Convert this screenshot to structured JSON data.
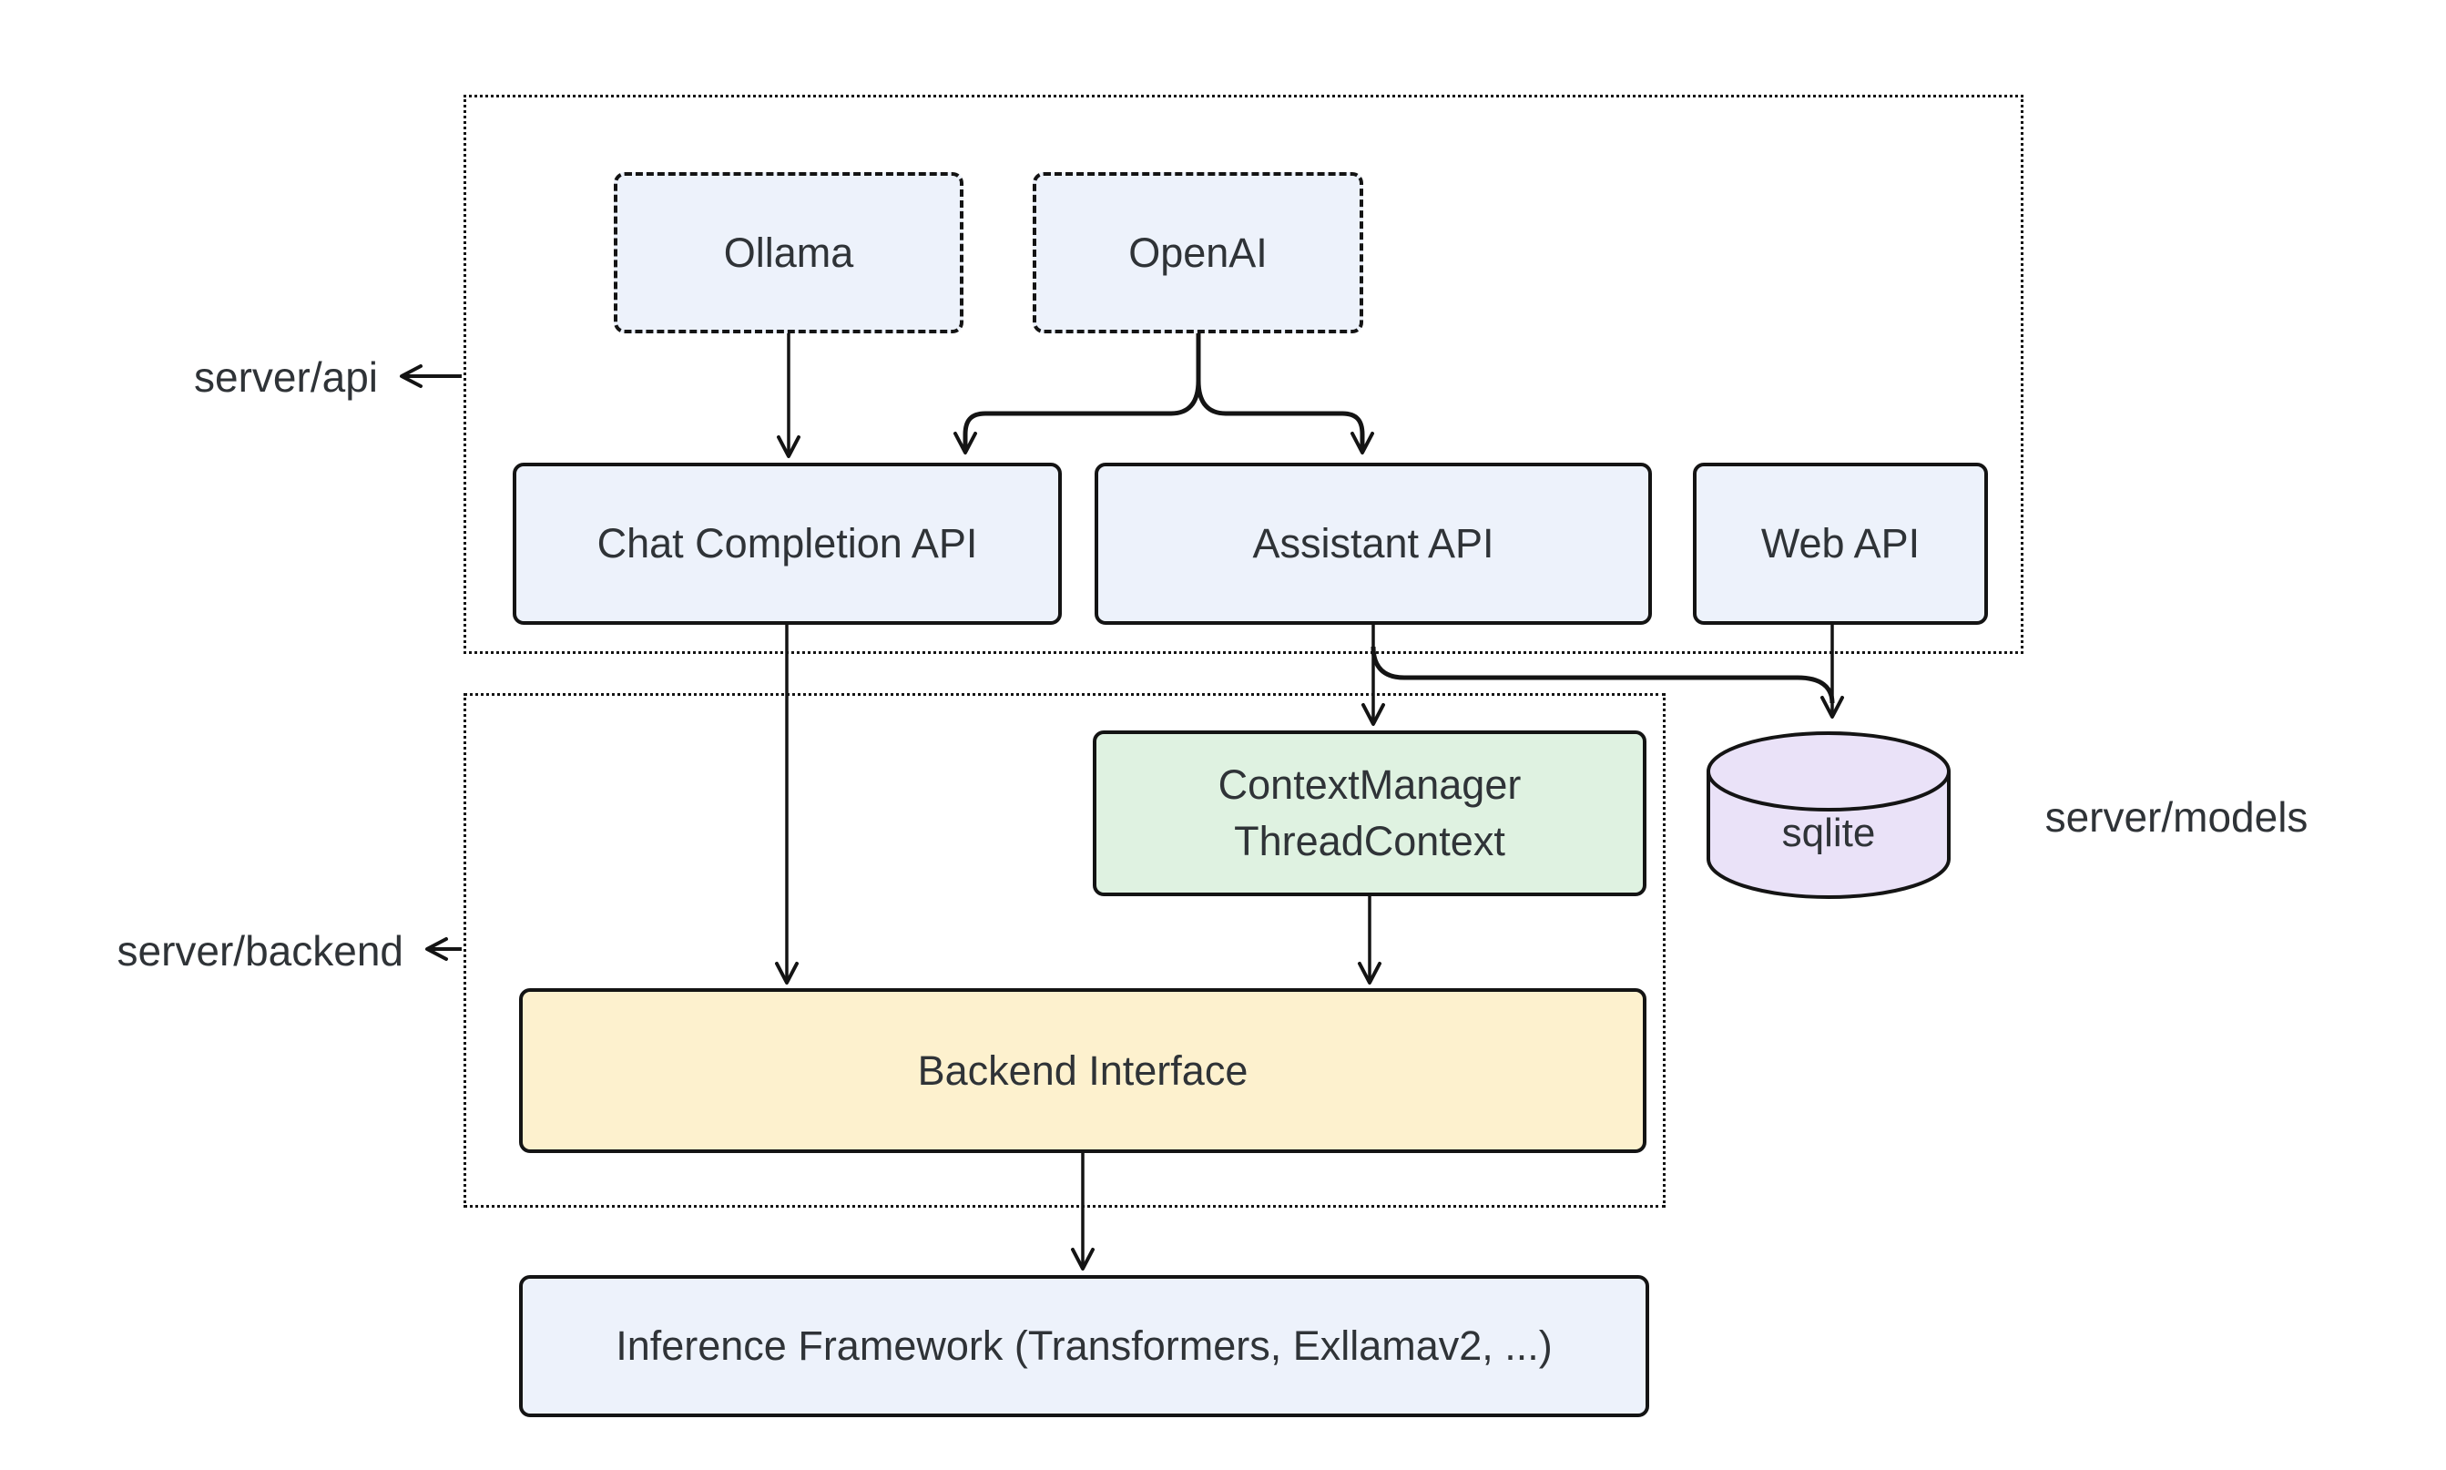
{
  "colors": {
    "background": "#ffffff",
    "stroke": "#141414",
    "text": "#2f3337",
    "node_blue": "#edf2fb",
    "node_green": "#dff2e1",
    "node_yellow": "#fdf1ce",
    "node_purple": "#eae2f8"
  },
  "containers": {
    "server_api": {
      "label": "server/api"
    },
    "server_backend": {
      "label": "server/backend"
    }
  },
  "nodes": {
    "ollama": {
      "label": "Ollama"
    },
    "openai": {
      "label": "OpenAI"
    },
    "chat_completion_api": {
      "label": "Chat Completion API"
    },
    "assistant_api": {
      "label": "Assistant API"
    },
    "web_api": {
      "label": "Web API"
    },
    "context_manager": {
      "line1": "ContextManager",
      "line2": "ThreadContext"
    },
    "sqlite": {
      "label": "sqlite"
    },
    "backend_interface": {
      "label": "Backend Interface"
    },
    "inference_framework": {
      "label": "Inference Framework (Transformers, Exllamav2, ...)"
    }
  },
  "labels": {
    "server_models": {
      "text": "server/models"
    }
  }
}
